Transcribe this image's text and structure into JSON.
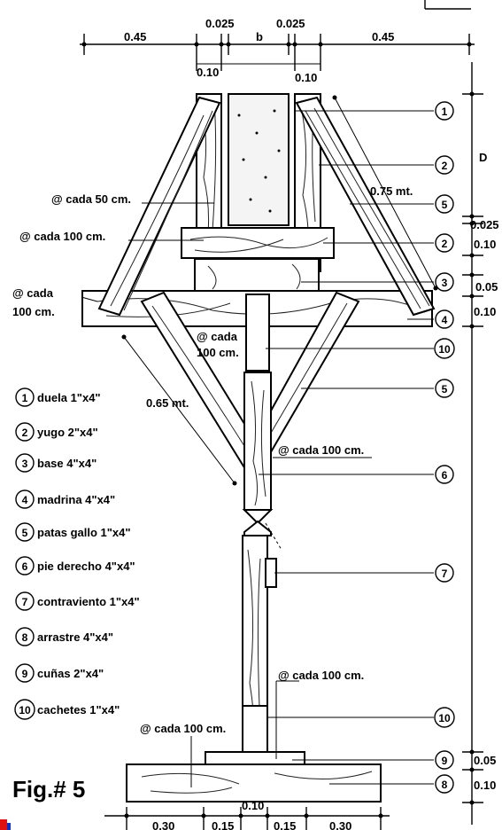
{
  "top_dims": {
    "d1": "0.45",
    "d2": "0.025",
    "d3": "b",
    "d4": "0.025",
    "d5": "0.45",
    "d6": "0.10",
    "d7": "0.10"
  },
  "right_dims": {
    "D": "D",
    "r1": "0.025",
    "r2": "0.10",
    "r3": "0.05",
    "r4": "0.10",
    "r5": "0.05",
    "r6": "0.10"
  },
  "bottom_dims": {
    "b1": "0.30",
    "b2": "0.15",
    "b3": "0.10",
    "b4": "0.15",
    "b5": "0.30"
  },
  "annotations": {
    "a1": "@ cada 50 cm.",
    "a2": "@ cada 100 cm.",
    "a3": "@ cada",
    "a3b": "100 cm.",
    "a4": "0.75 mt.",
    "a5": "@ cada",
    "a5b": "100 cm.",
    "a6": "0.65 mt.",
    "a7": "@ cada 100 cm.",
    "a8": "@ cada 100 cm.",
    "a9": "@ cada 100 cm."
  },
  "callouts": [
    "1",
    "2",
    "5",
    "2",
    "3",
    "4",
    "10",
    "5",
    "6",
    "7",
    "10",
    "9",
    "8"
  ],
  "legend": [
    {
      "num": "1",
      "text": "duela 1\"x4\""
    },
    {
      "num": "2",
      "text": "yugo 2\"x4\""
    },
    {
      "num": "3",
      "text": "base 4\"x4\""
    },
    {
      "num": "4",
      "text": "madrina 4\"x4\""
    },
    {
      "num": "5",
      "text": "patas gallo 1\"x4\""
    },
    {
      "num": "6",
      "text": "pie derecho 4\"x4\""
    },
    {
      "num": "7",
      "text": "contraviento 1\"x4\""
    },
    {
      "num": "8",
      "text": "arrastre 4\"x4\""
    },
    {
      "num": "9",
      "text": "cuñas 2\"x4\""
    },
    {
      "num": "10",
      "text": "cachetes 1\"x4\""
    }
  ],
  "figure_title": "Fig.# 5"
}
